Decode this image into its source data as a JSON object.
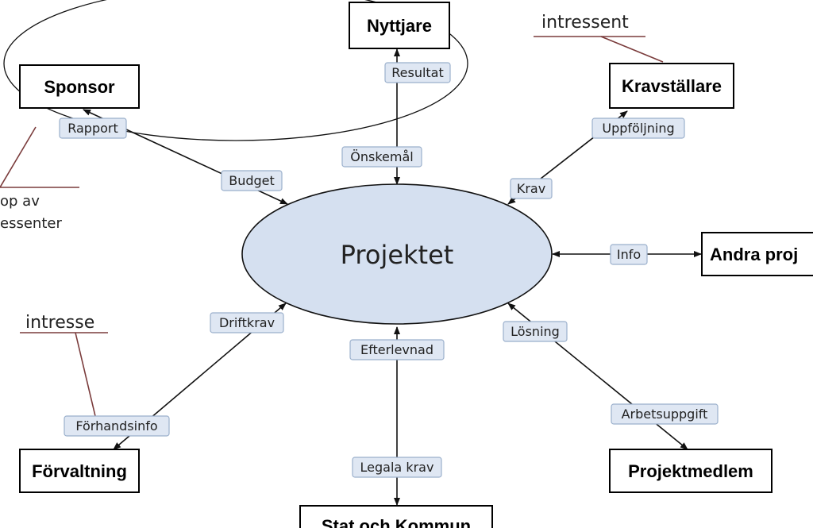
{
  "center": "Projektet",
  "nodes": {
    "nyttjare": "Nyttjare",
    "sponsor": "Sponsor",
    "kravstallare": "Kravställare",
    "andra_projekt": "Andra proj",
    "projektmedlem": "Projektmedlem",
    "stat_kommun": "Stat och Kommun",
    "forvaltning": "Förvaltning"
  },
  "edge_labels": {
    "resultat": "Resultat",
    "onskemal": "Önskemål",
    "rapport": "Rapport",
    "budget": "Budget",
    "uppfoljning": "Uppföljning",
    "krav": "Krav",
    "info": "Info",
    "losning": "Lösning",
    "arbetsuppgift": "Arbetsuppgift",
    "efterlevnad": "Efterlevnad",
    "legala_krav": "Legala krav",
    "driftkrav": "Driftkrav",
    "forhandsinfo": "Förhandsinfo"
  },
  "notes": {
    "intressent": "intressent",
    "grupp_line1": "op av",
    "grupp_line2": "essenter",
    "intresse": "intresse"
  },
  "colors": {
    "center_fill": "#d5e0f0",
    "tag_fill": "#dfe7f3",
    "note_line": "#7a3b3b"
  }
}
